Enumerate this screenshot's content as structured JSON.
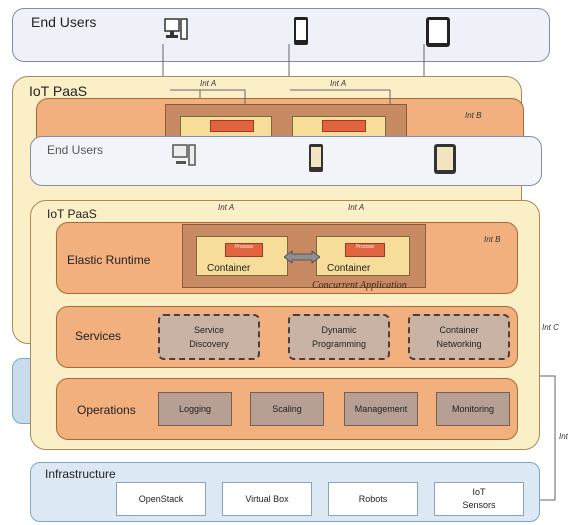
{
  "end_users": {
    "title": "End Users"
  },
  "iot_paas": {
    "title": "IoT PaaS"
  },
  "elastic_runtime": {
    "title": "Elastic Runtime",
    "container_label": "Container",
    "process_label": "Process",
    "caption": "Concurrent Application",
    "int_b": "Int B"
  },
  "services": {
    "title": "Services",
    "items": [
      {
        "label": "Service Discovery"
      },
      {
        "label": "Dynamic Programming"
      },
      {
        "label": "Container Networking"
      }
    ]
  },
  "operations": {
    "title": "Operations",
    "items": [
      {
        "label": "Logging"
      },
      {
        "label": "Scaling"
      },
      {
        "label": "Management"
      },
      {
        "label": "Monitoring"
      }
    ]
  },
  "infrastructure": {
    "title": "Infrastructure",
    "items": [
      {
        "label": "OpenStack"
      },
      {
        "label": "Virtual Box"
      },
      {
        "label": "Robots"
      },
      {
        "label": "IoT Sensors"
      }
    ]
  },
  "interfaces": {
    "int_a": "Int A",
    "int_c": "Int C",
    "int_d": "Int"
  },
  "icons": {
    "desktop": "desktop-icon",
    "phone": "phone-icon",
    "tablet": "tablet-icon"
  }
}
